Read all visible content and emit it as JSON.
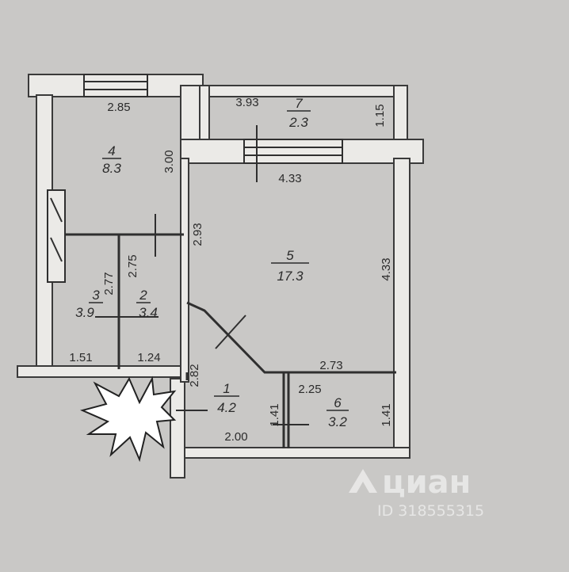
{
  "rooms": [
    {
      "id": "r1",
      "number": "1",
      "area": "4.2"
    },
    {
      "id": "r2",
      "number": "2",
      "area": "3.4"
    },
    {
      "id": "r3",
      "number": "3",
      "area": "3.9"
    },
    {
      "id": "r4",
      "number": "4",
      "area": "8.3"
    },
    {
      "id": "r5",
      "number": "5",
      "area": "17.3"
    },
    {
      "id": "r6",
      "number": "6",
      "area": "3.2"
    },
    {
      "id": "r7",
      "number": "7",
      "area": "2.3"
    }
  ],
  "dimensions": {
    "d_2_85": "2.85",
    "d_3_00": "3.00",
    "d_3_93": "3.93",
    "d_1_15": "1.15",
    "d_4_33_top": "4.33",
    "d_4_33_right": "4.33",
    "d_2_93": "2.93",
    "d_2_77": "2.77",
    "d_2_75": "2.75",
    "d_1_51": "1.51",
    "d_1_24": "1.24",
    "d_2_73": "2.73",
    "d_2_82": "2.82",
    "d_2_25": "2.25",
    "d_1_41_left": "1.41",
    "d_1_41_right": "1.41",
    "d_2_00": "2.00"
  },
  "watermark": {
    "brand": "циан",
    "id_text": "ID 318555315"
  },
  "colors": {
    "background": "#c9c8c6",
    "wall": "#ebeae7",
    "wall_stroke": "#3a3a3a",
    "line": "#2f2f2f"
  }
}
